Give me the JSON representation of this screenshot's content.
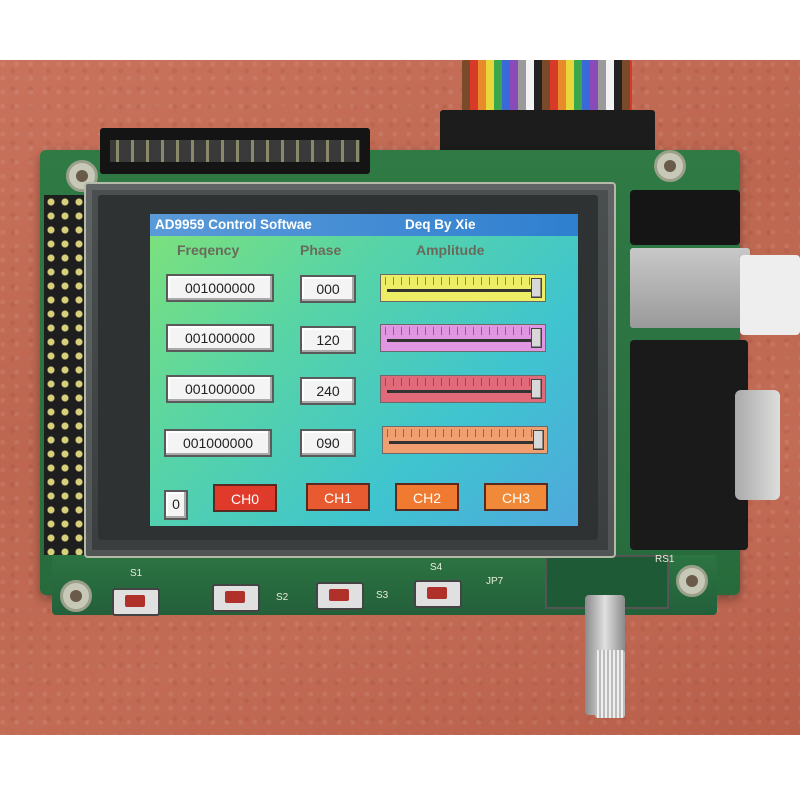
{
  "app": {
    "title": "AD9959  Control  Softwae",
    "author": "Deq By Xie"
  },
  "columns": {
    "frequency": "Freqency",
    "phase": "Phase",
    "amplitude": "Amplitude"
  },
  "channels": [
    {
      "frequency": "001000000",
      "phase": "000",
      "amplitude_level": 1.0,
      "slider_color": "#eeee66"
    },
    {
      "frequency": "001000000",
      "phase": "120",
      "amplitude_level": 1.0,
      "slider_color": "#e096e0"
    },
    {
      "frequency": "001000000",
      "phase": "240",
      "amplitude_level": 1.0,
      "slider_color": "#e06a7a"
    },
    {
      "frequency": "001000000",
      "phase": "090",
      "amplitude_level": 1.0,
      "slider_color": "#f0a070"
    }
  ],
  "channel_select": {
    "value": "0",
    "buttons": [
      {
        "label": "CH0",
        "color": "#e03a2a"
      },
      {
        "label": "CH1",
        "color": "#e85a30"
      },
      {
        "label": "CH2",
        "color": "#f07a30"
      },
      {
        "label": "CH3",
        "color": "#f08a38"
      }
    ]
  },
  "board_labels": {
    "s1": "S1",
    "s2": "S2",
    "s3": "S3",
    "s4": "S4",
    "jp7": "JP7",
    "rs1": "RS1"
  }
}
